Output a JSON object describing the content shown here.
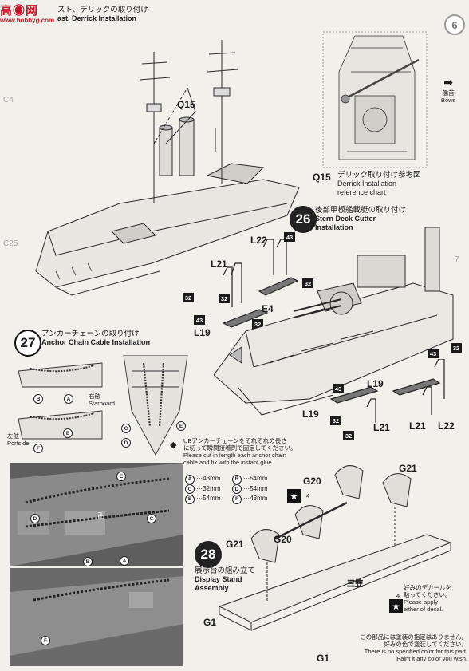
{
  "watermark": "www.hobbyg.com",
  "mast_section": {
    "title_jp": "スト、デリックの取り付け",
    "title_en": "ast, Derrick Installation"
  },
  "labels": {
    "q15_main": "Q15",
    "q15_ref": "Q15",
    "ref_jp": "デリック取り付け参考図",
    "ref_en1": "Derrick Installation",
    "ref_en2": "reference chart",
    "bows_jp": "艦首",
    "bows_en": "Bows"
  },
  "step26": {
    "number": "26",
    "title_jp": "後部甲板艦載艇の取り付け",
    "title_en1": "Stern Deck Cutter",
    "title_en2": "Installation",
    "parts_left": [
      "L22",
      "L21",
      "E4",
      "L19",
      "43",
      "32",
      "32",
      "32",
      "43",
      "32"
    ],
    "parts_right": [
      "L19",
      "L19",
      "L21",
      "L21",
      "L22",
      "43",
      "43",
      "32",
      "32",
      "32"
    ]
  },
  "step27": {
    "number": "27",
    "title_jp": "アンカーチェーンの取り付け",
    "title_en": "Anchor Chain Cable Installation",
    "starboard_jp": "右舷",
    "starboard_en": "Starboard",
    "portside_jp": "左舷",
    "portside_en": "Portside",
    "note_jp1": "UBアンカーチェーンをそれぞれの長さ",
    "note_jp2": "に切って瞬間接着剤で固定してください。",
    "note_en1": "Please cut in length each anchor chain",
    "note_en2": "cable and fix with the instant glue.",
    "lengths": [
      {
        "id": "A",
        "len": "43mm"
      },
      {
        "id": "B",
        "len": "54mm"
      },
      {
        "id": "C",
        "len": "32mm"
      },
      {
        "id": "D",
        "len": "54mm"
      },
      {
        "id": "E",
        "len": "54mm"
      },
      {
        "id": "F",
        "len": "43mm"
      }
    ]
  },
  "step28": {
    "number": "28",
    "title_jp": "展示台の組み立て",
    "title_en1": "Display Stand",
    "title_en2": "Assembly",
    "parts": [
      "G20",
      "G21",
      "G21",
      "G20",
      "G1",
      "G1"
    ],
    "star_num": "4",
    "star_num2": "4",
    "decal_jp1": "好みのデカールを",
    "decal_jp2": "貼ってください。",
    "decal_en1": "Please apply",
    "decal_en2": "either of decal.",
    "footer_jp1": "この部品には塗装の指定はありません。",
    "footer_jp2": "好みの色で塗装してください。",
    "footer_en1": "There is no specified color for this part.",
    "footer_en2": "Paint it any color you wish."
  },
  "page_number": "6"
}
